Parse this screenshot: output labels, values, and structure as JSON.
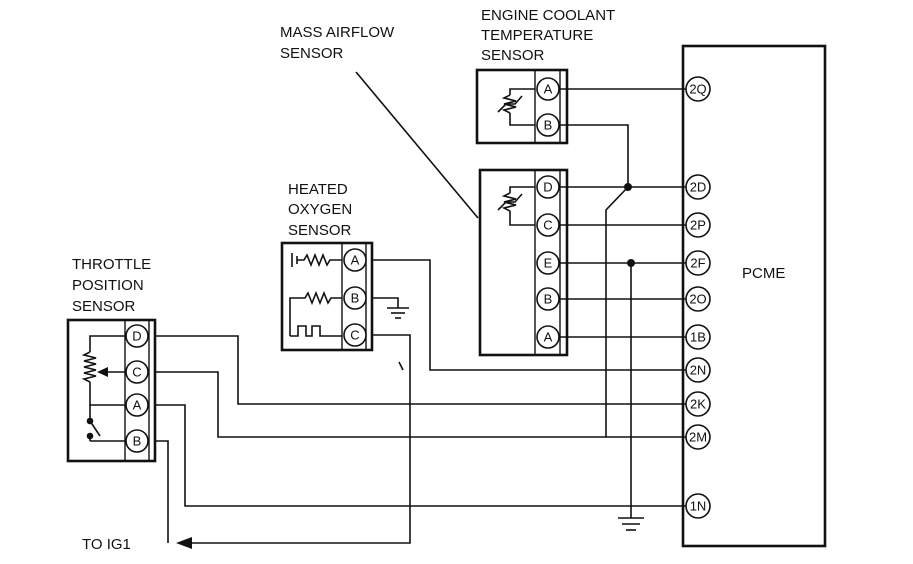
{
  "labels": {
    "maf_line1": "MASS AIRFLOW",
    "maf_line2": "SENSOR",
    "ect_line1": "ENGINE COOLANT",
    "ect_line2": "TEMPERATURE",
    "ect_line3": "SENSOR",
    "ho2s_line1": "HEATED",
    "ho2s_line2": "OXYGEN",
    "ho2s_line3": "SENSOR",
    "tps_line1": "THROTTLE",
    "tps_line2": "POSITION",
    "tps_line3": "SENSOR",
    "pcme": "PCME",
    "to_ig1": "TO IG1"
  },
  "connectors": {
    "ect": [
      "A",
      "B"
    ],
    "maf": [
      "D",
      "C",
      "E",
      "B",
      "A"
    ],
    "ho2s": [
      "A",
      "B",
      "C"
    ],
    "tps": [
      "D",
      "C",
      "A",
      "B"
    ]
  },
  "pcme_pins": [
    "2Q",
    "2D",
    "2P",
    "2F",
    "2O",
    "1B",
    "2N",
    "2K",
    "2M",
    "1N"
  ]
}
